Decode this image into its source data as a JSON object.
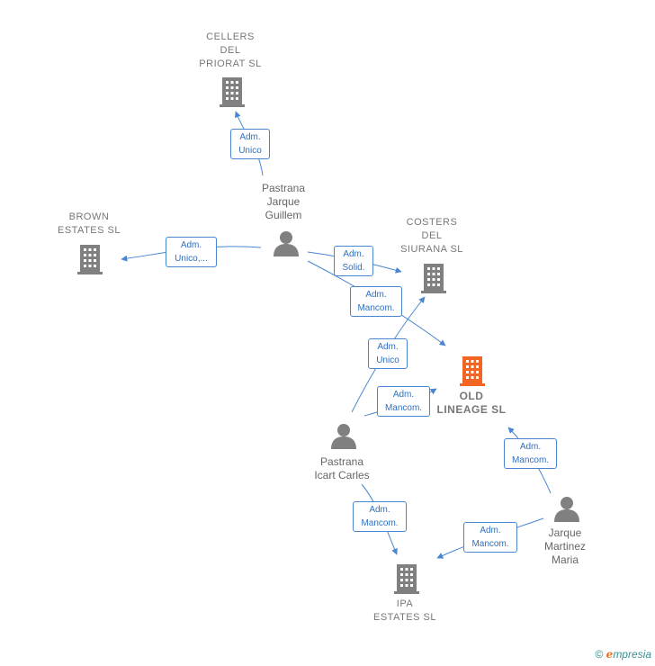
{
  "colors": {
    "edge": "#4a86d0",
    "company": "#808080",
    "focus_company": "#f26522",
    "person": "#808080"
  },
  "nodes": {
    "cellers": {
      "label": "CELLERS\nDEL\nPRIORAT  SL",
      "icon": "building-icon"
    },
    "brown": {
      "label": "BROWN\nESTATES  SL",
      "icon": "building-icon"
    },
    "costers": {
      "label": "COSTERS\nDEL\nSIURANA  SL",
      "icon": "building-icon"
    },
    "old_lineage": {
      "label": "OLD\nLINEAGE  SL",
      "icon": "building-icon"
    },
    "ipa": {
      "label": "IPA\nESTATES  SL",
      "icon": "building-icon"
    },
    "guillem": {
      "label": "Pastrana\nJarque\nGuillem",
      "icon": "person-icon"
    },
    "carles": {
      "label": "Pastrana\nIcart Carles",
      "icon": "person-icon"
    },
    "maria": {
      "label": "Jarque\nMartinez\nMaria",
      "icon": "person-icon"
    }
  },
  "edges": {
    "e1": "Adm.\nUnico",
    "e2": "Adm.\nUnico,...",
    "e3": "Adm.\nSolid.",
    "e4": "Adm.\nMancom.",
    "e5": "Adm.\nUnico",
    "e6": "Adm.\nMancom.",
    "e7": "Adm.\nMancom.",
    "e8": "Adm.\nMancom.",
    "e9": "Adm.\nMancom."
  },
  "footer": {
    "copyright": "©",
    "brand_initial": "e",
    "brand_rest": "mpresia"
  }
}
